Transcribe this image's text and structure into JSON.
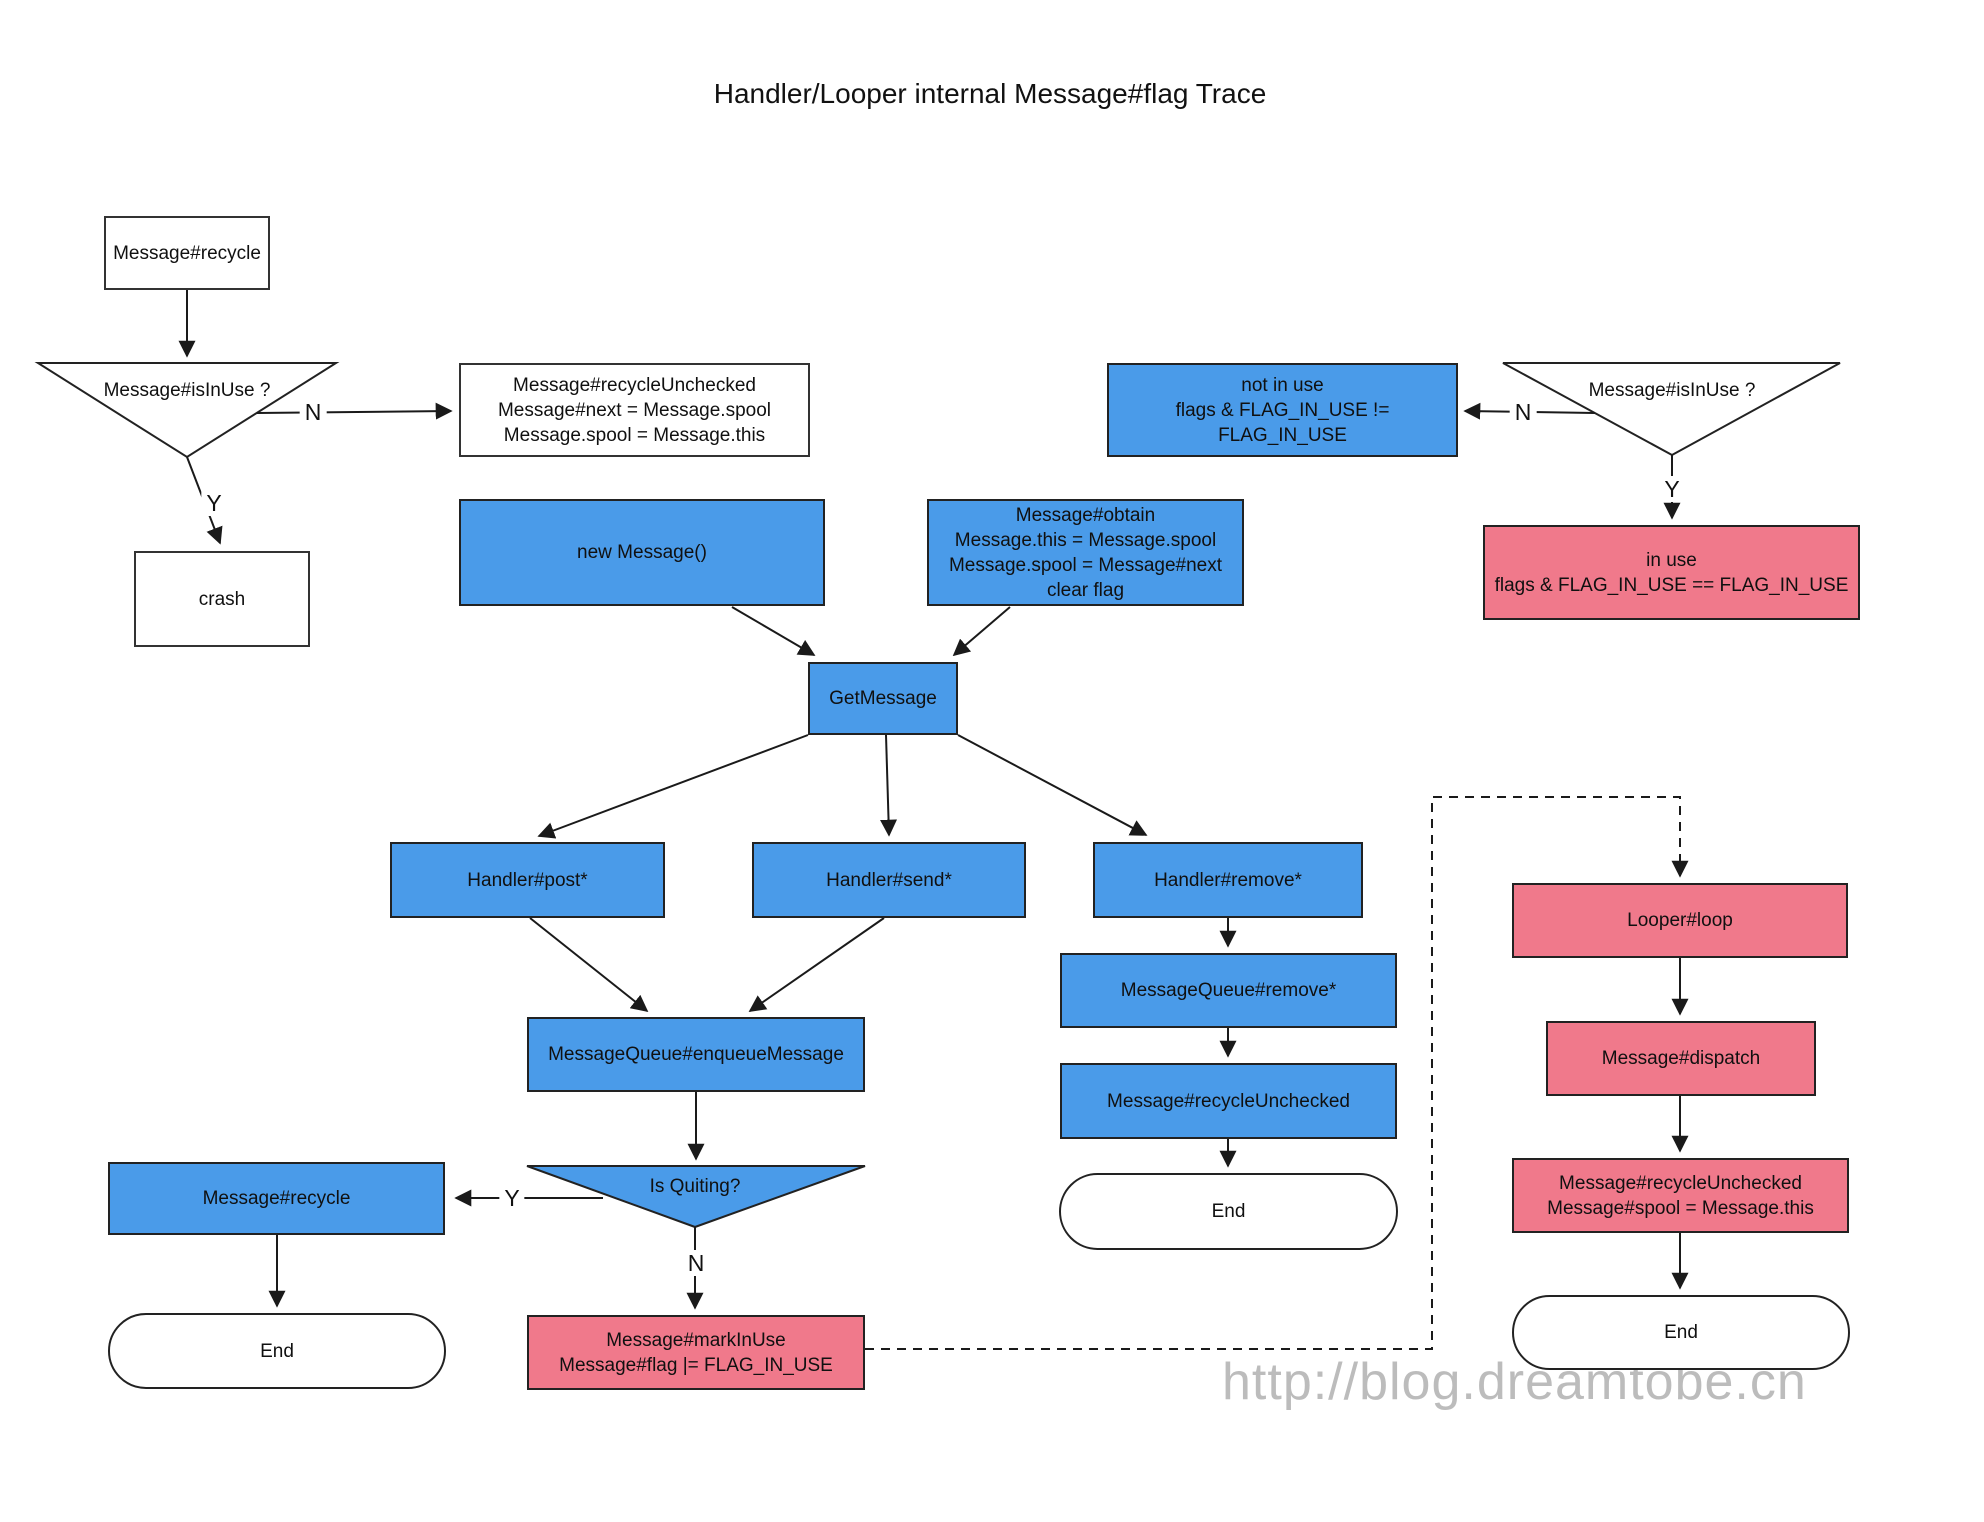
{
  "title": "Handler/Looper internal Message#flag Trace",
  "watermark": "http://blog.dreamtobe.cn",
  "colors": {
    "blue": "#4A9BE9",
    "pink": "#F0798B",
    "border": "#222222",
    "line": "#1A1A1A",
    "watermark": "#BCBCBC"
  },
  "labels": {
    "yes": "Y",
    "no": "N"
  },
  "nodes": {
    "recycle_top": {
      "label": "Message#recycle"
    },
    "is_in_use_left": {
      "label": "Message#isInUse ?"
    },
    "recycle_unchecked_top": {
      "label": "Message#recycleUnchecked\nMessage#next = Message.spool\nMessage.spool = Message.this"
    },
    "crash": {
      "label": "crash"
    },
    "new_message": {
      "label": "new Message()"
    },
    "obtain": {
      "label": "Message#obtain\nMessage.this = Message.spool\nMessage.spool = Message#next\nclear flag"
    },
    "not_in_use": {
      "label": "not in use\nflags & FLAG_IN_USE != FLAG_IN_USE"
    },
    "is_in_use_right": {
      "label": "Message#isInUse ?"
    },
    "in_use": {
      "label": "in use\nflags & FLAG_IN_USE == FLAG_IN_USE"
    },
    "get_message": {
      "label": "GetMessage"
    },
    "handler_post": {
      "label": "Handler#post*"
    },
    "handler_send": {
      "label": "Handler#send*"
    },
    "handler_remove": {
      "label": "Handler#remove*"
    },
    "enqueue": {
      "label": "MessageQueue#enqueueMessage"
    },
    "is_quiting": {
      "label": "Is Quiting?"
    },
    "recycle_bottom": {
      "label": "Message#recycle"
    },
    "end_left": {
      "label": "End"
    },
    "mark_in_use": {
      "label": "Message#markInUse\nMessage#flag |= FLAG_IN_USE"
    },
    "mq_remove": {
      "label": "MessageQueue#remove*"
    },
    "recycle_unchecked_mid": {
      "label": "Message#recycleUnchecked"
    },
    "end_mid": {
      "label": "End"
    },
    "looper_loop": {
      "label": "Looper#loop"
    },
    "dispatch": {
      "label": "Message#dispatch"
    },
    "recycle_unchecked_right": {
      "label": "Message#recycleUnchecked\nMessage#spool = Message.this"
    },
    "end_right": {
      "label": "End"
    }
  }
}
